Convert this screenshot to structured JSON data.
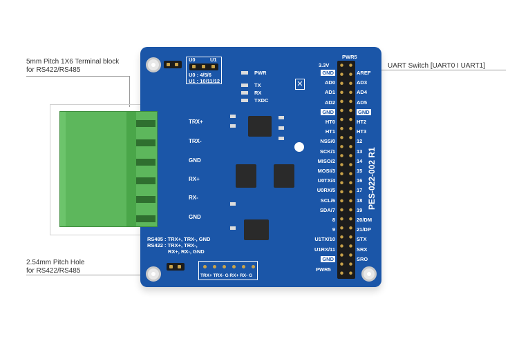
{
  "callouts": {
    "terminal_line1": "5mm Pitch 1X6 Terminal block",
    "terminal_line2": "for RS422/RS485",
    "hole_line1": "2.54mm Pitch Hole",
    "hole_line2": "for RS422/RS485",
    "uart": "UART Switch [UART0 I UART1]"
  },
  "board": {
    "model": "PES-022-002 R1",
    "switch_u0": "U0",
    "switch_u1": "U1",
    "switch_line1": "U0 : 4/5/6",
    "switch_line2": "U1 : 10/11/12",
    "leds": [
      "PWR",
      "TX",
      "RX",
      "TXDC"
    ],
    "terminal_labels": [
      "TRX+",
      "TRX-",
      "GND",
      "RX+",
      "RX-",
      "GND"
    ],
    "rs485": "RS485 : TRX+, TRX-, GND",
    "rs422_1": "RS422 : TRX+, TRX-,",
    "rs422_2": "RX+, RX-, GND",
    "bottom_header": "TRX+ TRX- G RX+ RX- G",
    "pwr_top": "PWR5",
    "volt_top": "3.3V",
    "pwr_bottom": "PWR5",
    "left_pins": [
      "GND",
      "AD0",
      "AD1",
      "AD2",
      "GND",
      "HT0",
      "HT1",
      "NSS/0",
      "SCK/1",
      "MISO/2",
      "MOSI/3",
      "U0TX/4",
      "U0RX/5",
      "SCL/6",
      "SDA/7",
      "8",
      "9",
      "U1TX/10",
      "U1RX/11",
      "GND"
    ],
    "right_pins": [
      "AREF",
      "AD3",
      "AD4",
      "AD5",
      "GND",
      "HT2",
      "HT3",
      "12",
      "13",
      "14",
      "15",
      "16",
      "17",
      "18",
      "19",
      "20/DM",
      "21/DP",
      "STX",
      "SRX",
      "SRO"
    ]
  },
  "colors": {
    "board": "#1b56a8",
    "terminal": "#5db75c",
    "silk": "#ffffff"
  }
}
